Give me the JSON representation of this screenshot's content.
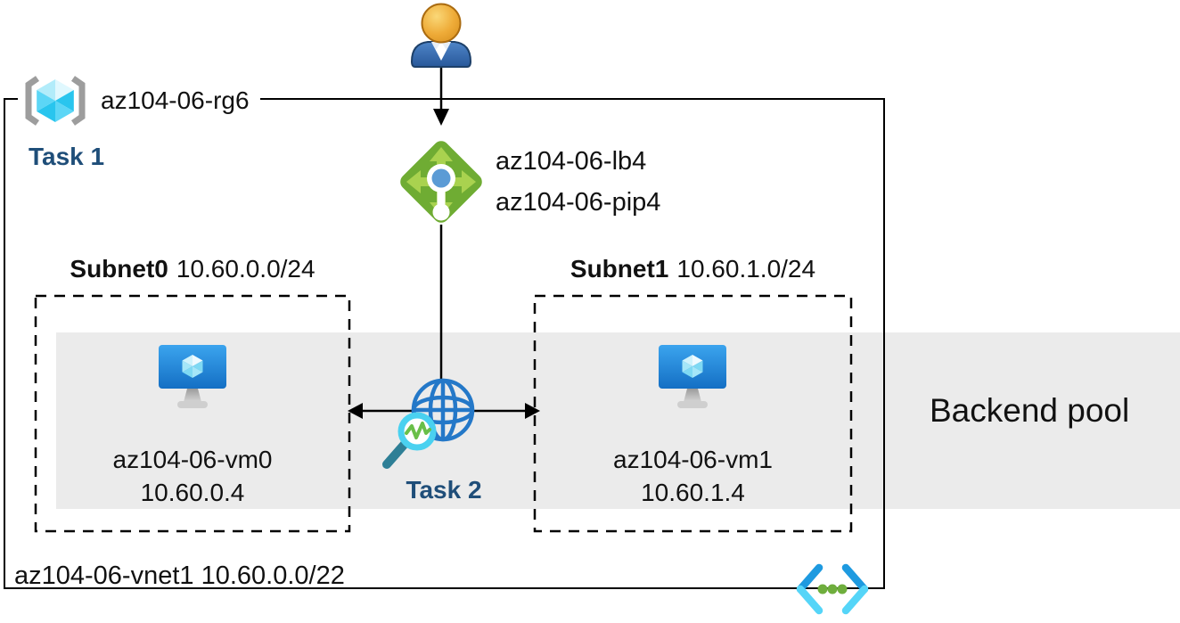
{
  "resource_group": {
    "name": "az104-06-rg6",
    "task_label": "Task 1"
  },
  "load_balancer": {
    "name": "az104-06-lb4",
    "public_ip_name": "az104-06-pip4"
  },
  "subnets": [
    {
      "name": "Subnet0",
      "cidr": "10.60.0.0/24",
      "vm_name": "az104-06-vm0",
      "vm_ip": "10.60.0.4"
    },
    {
      "name": "Subnet1",
      "cidr": "10.60.1.0/24",
      "vm_name": "az104-06-vm1",
      "vm_ip": "10.60.1.4"
    }
  ],
  "monitoring": {
    "task_label": "Task 2"
  },
  "backend_pool": {
    "label": "Backend pool"
  },
  "vnet": {
    "label": "az104-06-vnet1 10.60.0.0/22"
  },
  "icons": {
    "user": "user-icon",
    "resource_group": "resource-group-icon",
    "load_balancer": "load-balancer-icon",
    "virtual_machine": "virtual-machine-icon",
    "network_watcher": "network-watcher-globe-magnifier-icon",
    "virtual_network": "virtual-network-icon"
  },
  "colors": {
    "task_text": "#1f4e79",
    "backend_band": "#ebebeb",
    "lb_green": "#6fac33",
    "lb_arrow_green": "#a9d24f",
    "lb_dot_blue": "#5b9bd5",
    "globe_blue": "#2478c8",
    "magnifier_cyan": "#4ad1f0",
    "zigzag_green": "#69bf49",
    "vnet_chevron_dark": "#1e9ae0",
    "vnet_chevron_light": "#55d5f8",
    "vnet_dot_green": "#6fae3d"
  }
}
